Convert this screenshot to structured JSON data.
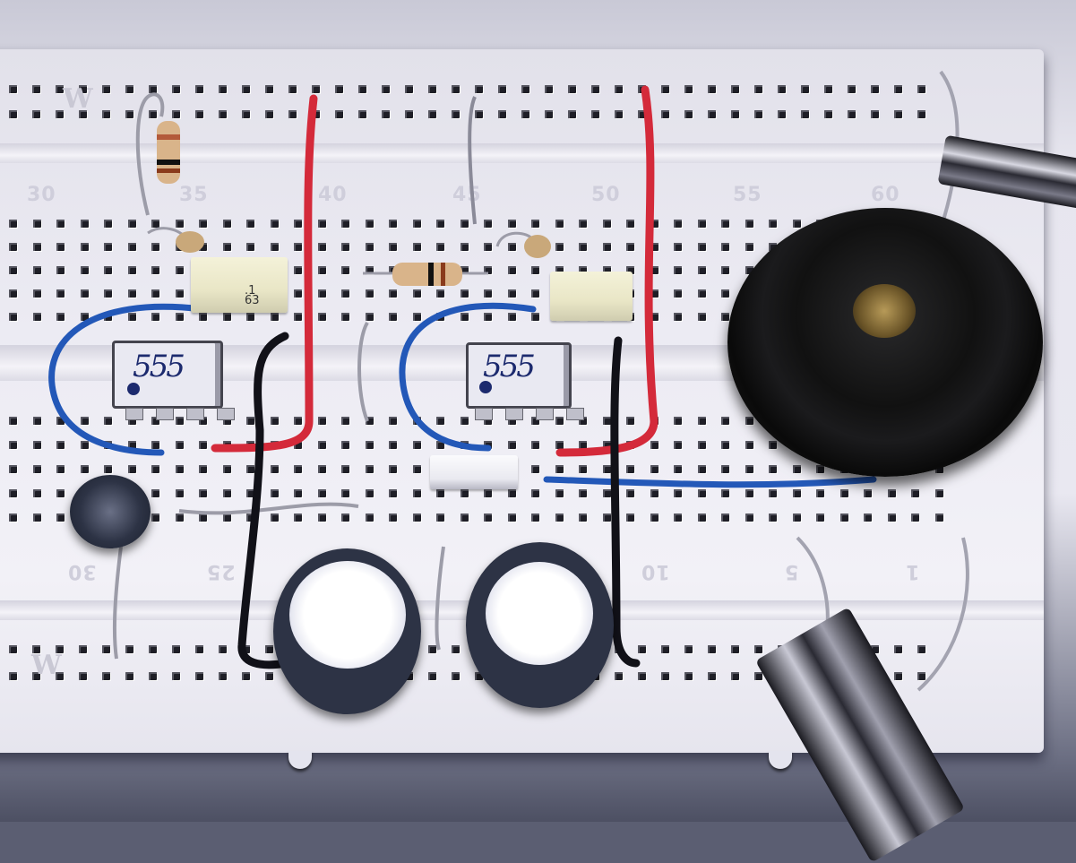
{
  "scene": {
    "description": "Breadboard prototype of a dual 555 timer circuit with piezo buzzer",
    "board_color": "#ecebf3",
    "background_color": "#5b5e72"
  },
  "breadboard": {
    "top_column_numbers": [
      "30",
      "35",
      "40",
      "45",
      "50",
      "55",
      "60"
    ],
    "bottom_column_numbers": [
      "30",
      "25",
      "10",
      "5",
      "1"
    ],
    "rail_letters": {
      "top_rail": "W",
      "bottom_rail": "W"
    }
  },
  "components": {
    "ic_left": {
      "label": "555",
      "marker": "pin-1 dot"
    },
    "ic_right": {
      "label": "555",
      "marker": "pin-1 dot"
    },
    "film_cap_left": {
      "marking": ".1\n63"
    },
    "film_cap_right": {
      "marking": ""
    },
    "film_cap_bottom": {
      "marking": ""
    },
    "resistor_top_left": {
      "bands": [
        "#b35a3a",
        "#111111",
        "#8a3b1c"
      ]
    },
    "resistor_middle": {
      "bands": [
        "#c98a4a",
        "#111111",
        "#8a3b1c"
      ]
    },
    "ceramic_cap_left": {
      "color": "#c9a87a"
    },
    "ceramic_cap_right": {
      "color": "#c9a87a"
    },
    "electrolytic_small": {
      "color": "#2d3345"
    },
    "electrolytic_large_left": {
      "color": "#2d3345"
    },
    "electrolytic_large_right": {
      "color": "#2d3345"
    },
    "piezo_buzzer": {
      "color": "#111111"
    },
    "alligator_clip_top": {},
    "alligator_clip_bottom": {}
  },
  "wire_colors": {
    "red": "#d42a3a",
    "blue": "#2358b8",
    "black": "#111118",
    "bare": "#9c9ca8"
  }
}
